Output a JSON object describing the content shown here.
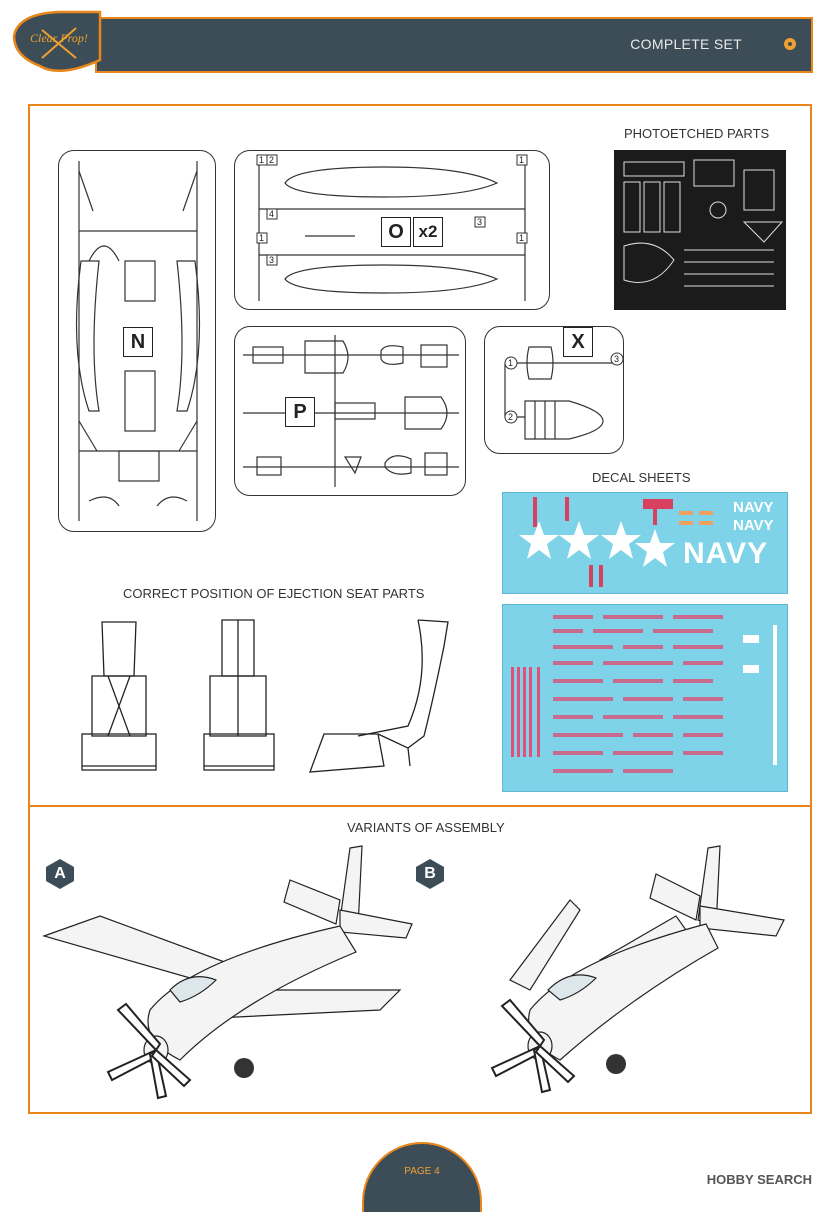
{
  "header": {
    "title": "COMPLETE SET",
    "brand_color": "#e8861a",
    "bar_color": "#3c4d58"
  },
  "sections": {
    "photoetched_title": "PHOTOETCHED PARTS",
    "decal_title": "DECAL SHEETS",
    "ejection_title": "CORRECT POSITION OF EJECTION SEAT PARTS",
    "variants_title": "VARIANTS OF ASSEMBLY"
  },
  "sprues": {
    "n": {
      "letter": "N"
    },
    "o": {
      "letter": "O",
      "qty": "x2",
      "numbers": [
        "1",
        "2",
        "4",
        "1",
        "3",
        "1",
        "1",
        "3"
      ]
    },
    "p": {
      "letter": "P"
    },
    "x": {
      "letter": "X",
      "numbers": [
        "1",
        "3",
        "2"
      ]
    }
  },
  "decals": {
    "sheet1": {
      "navy_small_1": "NAVY",
      "navy_small_2": "NAVY",
      "navy_large": "NAVY"
    }
  },
  "variants": {
    "a": "A",
    "b": "B"
  },
  "footer": {
    "page": "PAGE 4"
  },
  "watermark": "HOBBY SEARCH"
}
